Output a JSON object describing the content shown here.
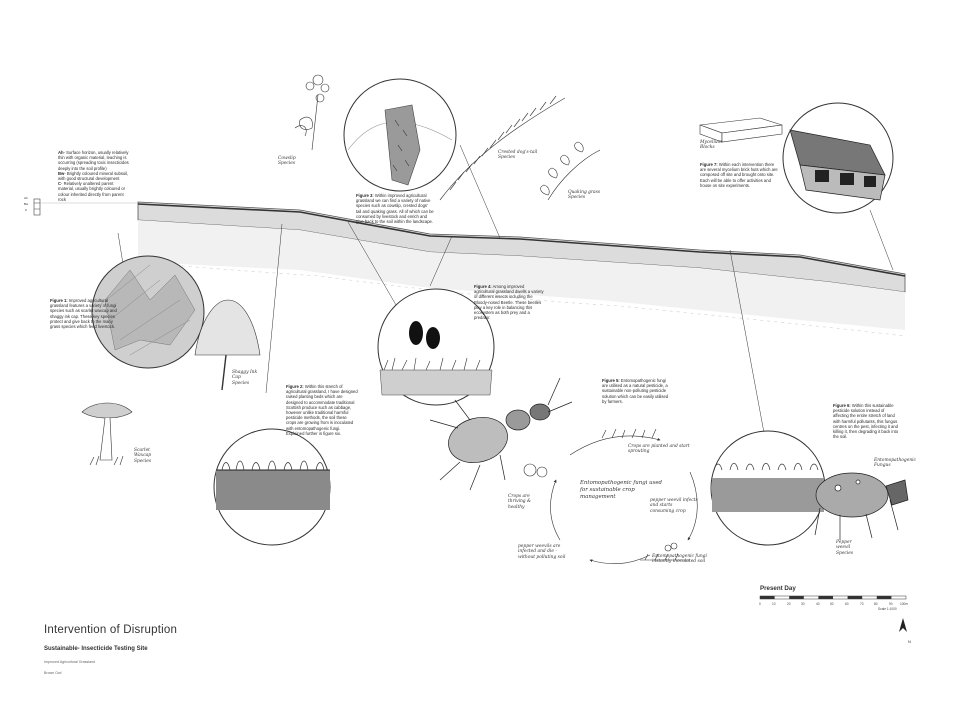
{
  "title": "Intervention of Disruption",
  "subtitle": "Sustainable- Insecticide Testing Site",
  "site_type": "Improved Agricultural Grassland",
  "author": "Brown Owl",
  "scale": {
    "heading": "Present Day",
    "ticks": [
      "0",
      "10",
      "20",
      "30",
      "40",
      "50",
      "60",
      "70",
      "80",
      "90",
      "100m"
    ],
    "ratio": "Scale 1:1000"
  },
  "north_label": "N",
  "soil_legend": {
    "markers": [
      "Ah",
      "Bw",
      "C"
    ],
    "items": [
      {
        "label": "Ah",
        "text": "- Surface horizon, usually relatively thin with organic material, leaching is occurring (spreading toxic insecticides deeply into the soil profile)"
      },
      {
        "label": "Bw",
        "text": "- Brightly coloured mineral subsoil, with good structural development"
      },
      {
        "label": "C",
        "text": "- Relatively unaltered parent material, usually brightly coloured or colour inherited directly from parent rock"
      }
    ]
  },
  "figures": {
    "fig1": {
      "label": "Figure 1:",
      "text": "Improved agricultural grassland features a variety of fungi species such as scarlet waxcap and shaggy ink cap. These key species protect and give back to the many grass species which feed livestock."
    },
    "fig2": {
      "label": "Figure 2:",
      "text": "Within this stretch of agricultural grassland, I have designed raised planting beds which are designed to accommodate traditional Scottish produce such as cabbage, however unlike traditional harmful pesticide methods, the soil these crops are growing from is inoculated with entomopathogenic fungi. Explained further in figure six."
    },
    "fig3": {
      "label": "Figure 3:",
      "text": "Within improved agricultural grassland we can find a variety of native species such as cowslip, crested dogs' tail and quaking grass. All of which can be consumed by livestock and enrich and give back to the soil within the landscape."
    },
    "fig4": {
      "label": "Figure 4:",
      "text": "Among improved agricultural grassland dwells a variety of different insects including the Bloody-nosed Beetle. These beetles play a key role in balancing this ecosystem as both prey and a predator."
    },
    "fig5": {
      "label": "Figure 5:",
      "text": "Entomopathogenic fungi are utilised as a natural pesticide, a sustainable non-polluting pesticide solution which can be easily utilised by farmers."
    },
    "fig6": {
      "label": "Figure 6:",
      "text": "Within this sustainable pesticide solution instead of affecting the entire stretch of land with harmful pollutants, this fungus centres on the pest, infecting it and killing it, then degrading it back into the soil."
    },
    "fig7": {
      "label": "Figure 7:",
      "text": "Within each intervention there are several mycelium brick huts which are composed off site and brought onto site. Each will be able to offer activities and house on site experiments."
    }
  },
  "species_labels": {
    "cowslip": "Cowslip Species",
    "crested": "Crested dog's-tail Species",
    "quaking": "Quaking grass Species",
    "shaggy": "Shaggy Ink Cap Species",
    "scarlet": "Scarlet Waxcap Species",
    "mycelium": "Mycelium Blocks",
    "entomo": "Entomopathogenic Fungus",
    "pepper": "Pepper weevil Species"
  },
  "cycle": {
    "center": "Entomopathogenic fungi used for sustainable crop management",
    "steps": [
      "Crops are planted and start sprouting",
      "pepper weevil infects and starts consuming crop",
      "Entomopathogenic fungi instantly inoculated soil",
      "pepper weevils are infected and die - without polluting soil",
      "Crops are thriving & healthy"
    ]
  }
}
